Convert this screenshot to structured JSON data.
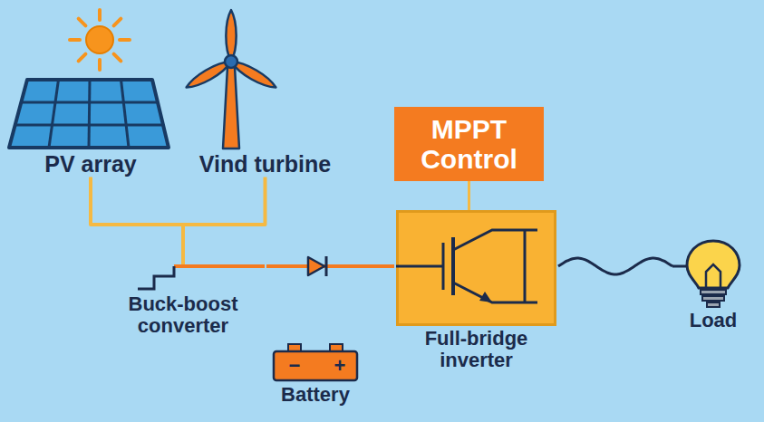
{
  "diagram": {
    "nodes": [
      {
        "text": [
          "PV array"
        ]
      },
      {
        "text": [
          "Vind turbine"
        ]
      },
      {
        "text": [
          "Buck-boost converter"
        ]
      },
      {
        "text": [
          "Battery"
        ]
      },
      {
        "text": [
          "MPPT Control"
        ]
      },
      {
        "text": [
          "Full-bridge inverter"
        ]
      },
      {
        "text": [
          "Load"
        ]
      }
    ],
    "edges": [
      {
        "from": 0,
        "to": 2,
        "arrow": "none"
      },
      {
        "from": 1,
        "to": 2,
        "arrow": "none"
      },
      {
        "from": 2,
        "to": 5,
        "arrow": "none"
      },
      {
        "from": 4,
        "to": 5,
        "arrow": "none"
      },
      {
        "from": 5,
        "to": 6,
        "arrow": "none"
      }
    ],
    "labels": [
      "−",
      "+"
    ]
  }
}
